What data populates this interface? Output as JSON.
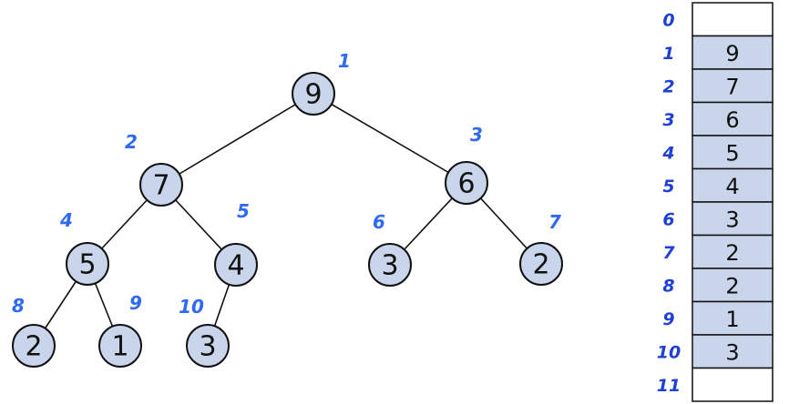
{
  "colors": {
    "node_fill": "#c8d5ea",
    "cell_filled": "#c8d5ea",
    "cell_empty": "#ffffff",
    "index_blue": "#2f6af5",
    "array_index_blue": "#1f3fd6",
    "stroke": "#111111"
  },
  "tree": {
    "nodes": [
      {
        "index": "1",
        "value": "9"
      },
      {
        "index": "2",
        "value": "7"
      },
      {
        "index": "3",
        "value": "6"
      },
      {
        "index": "4",
        "value": "5"
      },
      {
        "index": "5",
        "value": "4"
      },
      {
        "index": "6",
        "value": "3"
      },
      {
        "index": "7",
        "value": "2"
      },
      {
        "index": "8",
        "value": "2"
      },
      {
        "index": "9",
        "value": "1"
      },
      {
        "index": "10",
        "value": "3"
      }
    ],
    "edges": [
      [
        1,
        2
      ],
      [
        1,
        3
      ],
      [
        2,
        4
      ],
      [
        2,
        5
      ],
      [
        3,
        6
      ],
      [
        3,
        7
      ],
      [
        4,
        8
      ],
      [
        4,
        9
      ],
      [
        5,
        10
      ]
    ]
  },
  "array": {
    "cells": [
      {
        "index": "0",
        "value": ""
      },
      {
        "index": "1",
        "value": "9"
      },
      {
        "index": "2",
        "value": "7"
      },
      {
        "index": "3",
        "value": "6"
      },
      {
        "index": "4",
        "value": "5"
      },
      {
        "index": "5",
        "value": "4"
      },
      {
        "index": "6",
        "value": "3"
      },
      {
        "index": "7",
        "value": "2"
      },
      {
        "index": "8",
        "value": "2"
      },
      {
        "index": "9",
        "value": "1"
      },
      {
        "index": "10",
        "value": "3"
      },
      {
        "index": "11",
        "value": ""
      }
    ]
  }
}
